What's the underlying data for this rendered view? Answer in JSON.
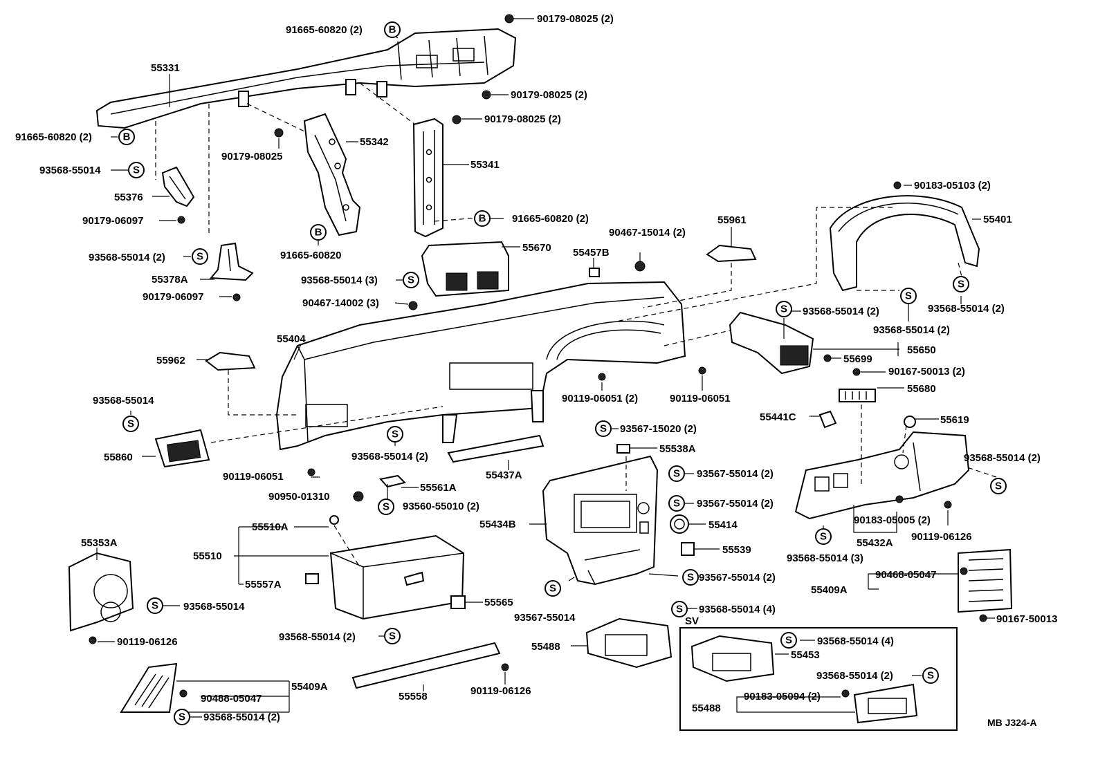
{
  "parts": {
    "p91665_60820_2_top": "91665-60820 (2)",
    "p90179_08025_2_a": "90179-08025 (2)",
    "p55331": "55331",
    "p90179_08025_2_b": "90179-08025 (2)",
    "p90179_08025_2_c": "90179-08025 (2)",
    "p91665_60820_2_left": "91665-60820 (2)",
    "p90179_08025": "90179-08025",
    "p55342": "55342",
    "p55341": "55341",
    "p93568_55014_a": "93568-55014",
    "p55376": "55376",
    "p90179_06097_a": "90179-06097",
    "p91665_60820_2_mid": "91665-60820 (2)",
    "p90183_05103_2": "90183-05103 (2)",
    "p55401": "55401",
    "p55961": "55961",
    "p90467_15014_2": "90467-15014 (2)",
    "p91665_60820": "91665-60820",
    "p93568_55014_2_a": "93568-55014 (2)",
    "p55378A": "55378A",
    "p55670": "55670",
    "p55457B": "55457B",
    "p93568_55014_3_a": "93568-55014 (3)",
    "p90179_06097_b": "90179-06097",
    "p93568_55014_2_b": "93568-55014 (2)",
    "p90467_14002_3": "90467-14002 (3)",
    "p93568_55014_2_c": "93568-55014 (2)",
    "p93568_55014_2_d": "93568-55014 (2)",
    "p55404": "55404",
    "p55650": "55650",
    "p55962": "55962",
    "p55699": "55699",
    "p90167_50013_2": "90167-50013 (2)",
    "p90119_06051_2": "90119-06051 (2)",
    "p90119_06051_a": "90119-06051",
    "p55680": "55680",
    "p93568_55014_b": "93568-55014",
    "p55441C": "55441C",
    "p55619": "55619",
    "p93567_15020_2": "93567-15020 (2)",
    "p55860": "55860",
    "p93568_55014_2_e": "93568-55014 (2)",
    "p55538A": "55538A",
    "p93568_55014_2_f": "93568-55014 (2)",
    "p55437A": "55437A",
    "p90119_06051_b": "90119-06051",
    "p93567_55014_2_a": "93567-55014 (2)",
    "p55561A": "55561A",
    "p90950_01310": "90950-01310",
    "p93567_55014_2_b": "93567-55014 (2)",
    "p90183_05005_2": "90183-05005 (2)",
    "p93560_55010_2": "93560-55010 (2)",
    "p55434B": "55434B",
    "p55414": "55414",
    "p55432A": "55432A",
    "p90119_06126_a": "90119-06126",
    "p55510A": "55510A",
    "p55353A": "55353A",
    "p93568_55014_3_b": "93568-55014 (3)",
    "p55510": "55510",
    "p55539": "55539",
    "p55557A": "55557A",
    "p93567_55014_2_c": "93567-55014 (2)",
    "p90468_05047_a": "90468-05047",
    "p55409A_a": "55409A",
    "p55565": "55565",
    "p93568_55014_c": "93568-55014",
    "p93567_55014": "93567-55014",
    "p90167_50013": "90167-50013",
    "p93568_55014_4_a": "93568-55014 (4)",
    "p93568_55014_2_g": "93568-55014 (2)",
    "p90119_06126_b": "90119-06126",
    "p55488_a": "55488",
    "p93568_55014_4_b": "93568-55014 (4)",
    "p55453": "55453",
    "p90119_06126_c": "90119-06126",
    "p93568_55014_2_h": "93568-55014 (2)",
    "p90488_05047": "90488-05047",
    "p55409A_b": "55409A",
    "p90183_05094_2": "90183-05094 (2)",
    "p55488_b": "55488",
    "p55558": "55558",
    "p93568_55014_2_i": "93568-55014 (2)"
  },
  "symbols": {
    "s": "S",
    "b": "B"
  },
  "sv_label": "SV",
  "diagram_code": "MB J324-A"
}
